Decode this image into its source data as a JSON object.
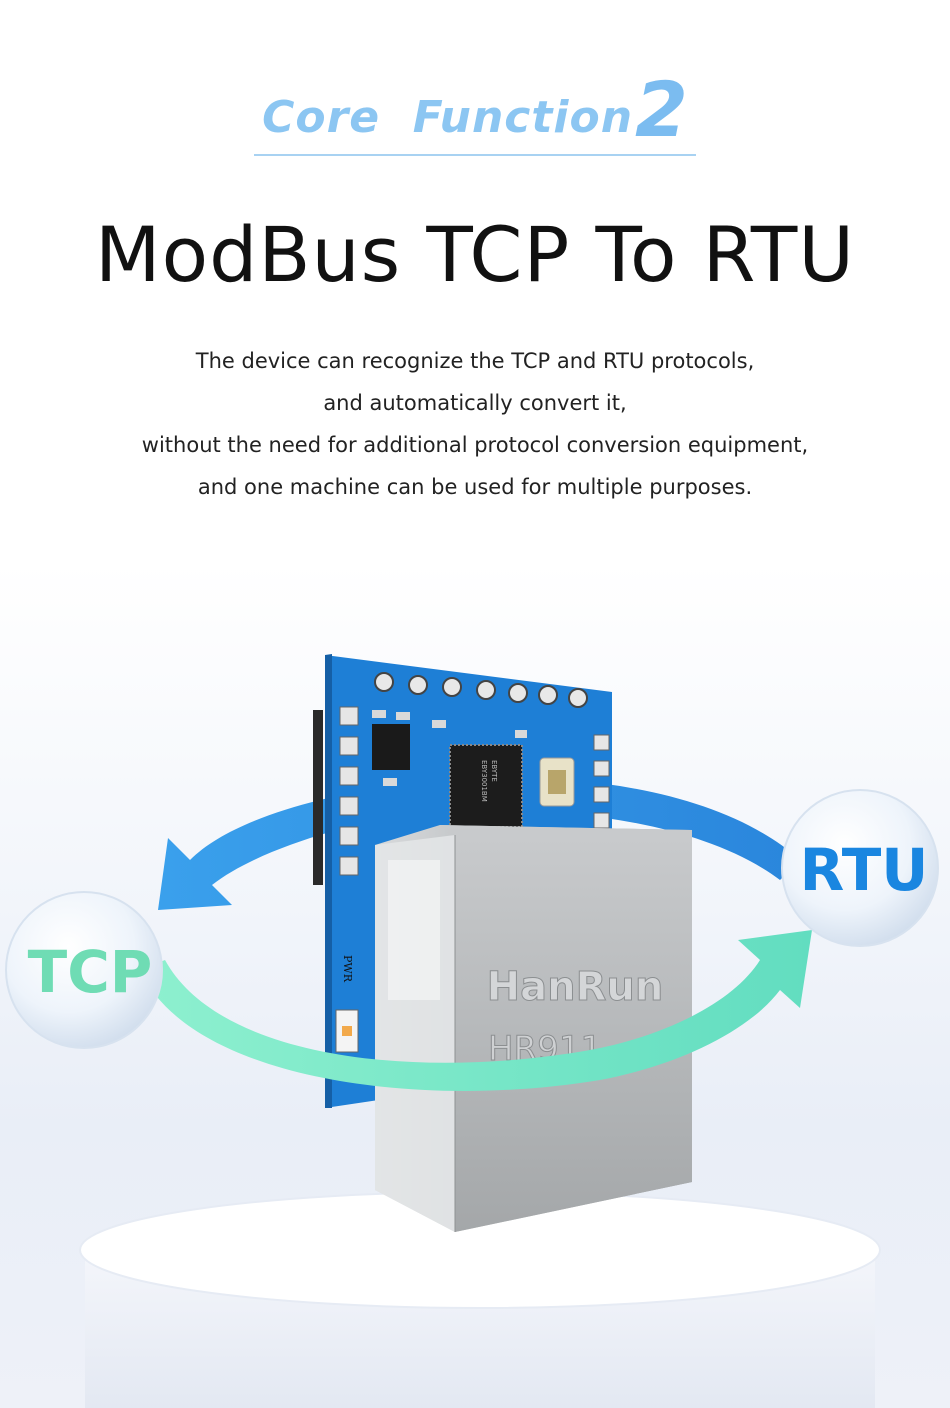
{
  "header": {
    "kicker": "Core  Function",
    "kicker_number": "2",
    "title": "ModBus TCP To RTU"
  },
  "description": [
    "The device can recognize the TCP and RTU protocols,",
    "and automatically convert it,",
    "without the need for additional protocol conversion equipment,",
    "and one machine can be used for multiple purposes."
  ],
  "illustration": {
    "left_bubble": "TCP",
    "right_bubble": "RTU",
    "connector_brand": "HanRun",
    "connector_model": "HR911",
    "board_label": "PWR",
    "chip_label": "EBYTE",
    "chip_model": "EBY3001BM",
    "colors": {
      "board_blue": "#1e7fd6",
      "arrow_blue": "#2f8fe0",
      "arrow_green": "#7fe8c8",
      "tcp_text": "#6fdcb4",
      "rtu_text": "#1a86e0"
    }
  }
}
